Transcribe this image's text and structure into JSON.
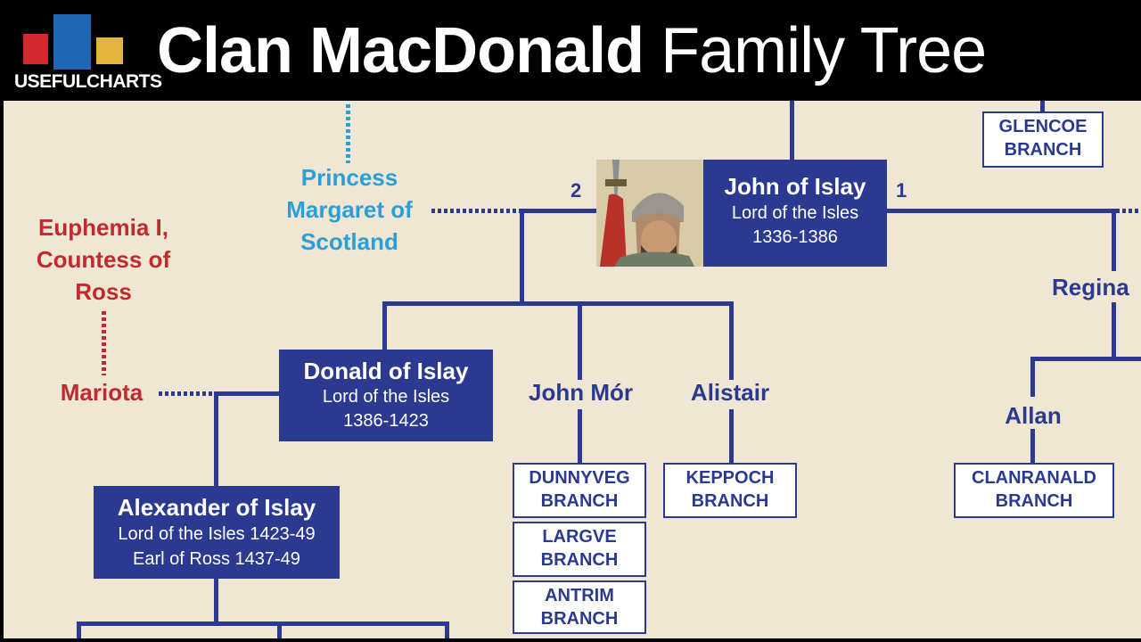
{
  "header": {
    "logo_text": "USEFULCHARTS",
    "title_bold": "Clan MacDonald",
    "title_light": "Family Tree"
  },
  "people": {
    "princess_margaret": "Princess Margaret of Scotland",
    "euphemia": "Euphemia I, Countess of Ross",
    "mariota": "Mariota",
    "john_mor": "John Mór",
    "alistair": "Alistair",
    "allan": "Allan",
    "reginald_partial": "Regina"
  },
  "title_boxes": {
    "john": {
      "name": "John of Islay",
      "line1": "Lord of the Isles",
      "line2": "1336-1386"
    },
    "donald": {
      "name": "Donald of Islay",
      "line1": "Lord of the Isles",
      "line2": "1386-1423"
    },
    "alexander": {
      "name": "Alexander of Islay",
      "line1": "Lord of the Isles 1423-49",
      "line2": "Earl of Ross 1437-49"
    }
  },
  "marriage_numbers": {
    "left": "2",
    "right": "1"
  },
  "branches": {
    "glencoe": [
      "GLENCOE",
      "BRANCH"
    ],
    "dunnyveg": [
      "DUNNYVEG",
      "BRANCH"
    ],
    "largve": [
      "LARGVE",
      "BRANCH"
    ],
    "antrim": [
      "ANTRIM",
      "BRANCH"
    ],
    "keppoch": [
      "KEPPOCH",
      "BRANCH"
    ],
    "clanranald": [
      "CLANRANALD",
      "BRANCH"
    ]
  },
  "colors": {
    "navy": "#2b3a90",
    "maternal_red": "#c12a2e",
    "royal_blue": "#2a9fd8",
    "parchment": "#efe7d3"
  },
  "icons": {
    "portrait": "portrait-john-of-islay"
  }
}
